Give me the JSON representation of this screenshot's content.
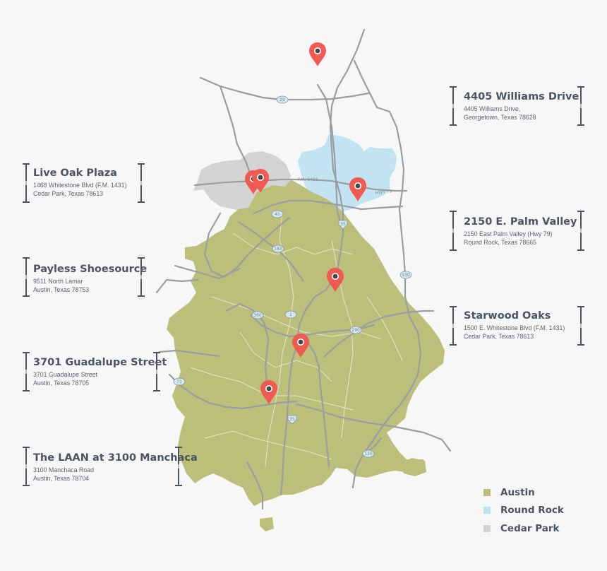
{
  "locations": [
    {
      "name": "Live Oak Plaza",
      "line1": "1468 Whitestone Blvd (F.M. 1431)",
      "line2": "Cedar Park, Texas 78613"
    },
    {
      "name": "Payless Shoesource",
      "line1": "9511 North Lamar",
      "line2": "Austin, Texas 78753"
    },
    {
      "name": "3701 Guadalupe Street",
      "line1": "3701 Guadalupe Street",
      "line2": "Austin, Texas 78705"
    },
    {
      "name": "The LAAN at 3100 Manchaca",
      "line1": "3100 Manchaca Road",
      "line2": "Austin, Texas 78704"
    },
    {
      "name": "4405 Williams Drive",
      "line1": "4405 Williams Drive,",
      "line2": "Georgetown, Texas 78628"
    },
    {
      "name": "2150 E. Palm Valley",
      "line1": "2150 East Palm Valley (Hwy 79)",
      "line2": "Round Rock, Texas 78665"
    },
    {
      "name": "Starwood Oaks",
      "line1": "1500 E. Whitestone Blvd (F.M. 1431)",
      "line2": "Cedar Park, Texas 78613"
    }
  ],
  "legend": [
    {
      "label": "Austin",
      "color": "#bcbf7a"
    },
    {
      "label": "Round Rock",
      "color": "#bfe3f1"
    },
    {
      "label": "Cedar Park",
      "color": "#d2d2d2"
    }
  ],
  "road_labels": {
    "fm1431": "F.M. 1431",
    "hwy79": "HWY 79",
    "r29": "29",
    "r45": "45",
    "r183": "183",
    "r35": "35",
    "r130": "130",
    "r1": "1",
    "r360": "360",
    "r290": "290",
    "r71": "71",
    "r35s": "35",
    "r130s": "130"
  },
  "colors": {
    "pin": "#f05a50",
    "road": "#9a9ea1",
    "text": "#4a5560"
  }
}
